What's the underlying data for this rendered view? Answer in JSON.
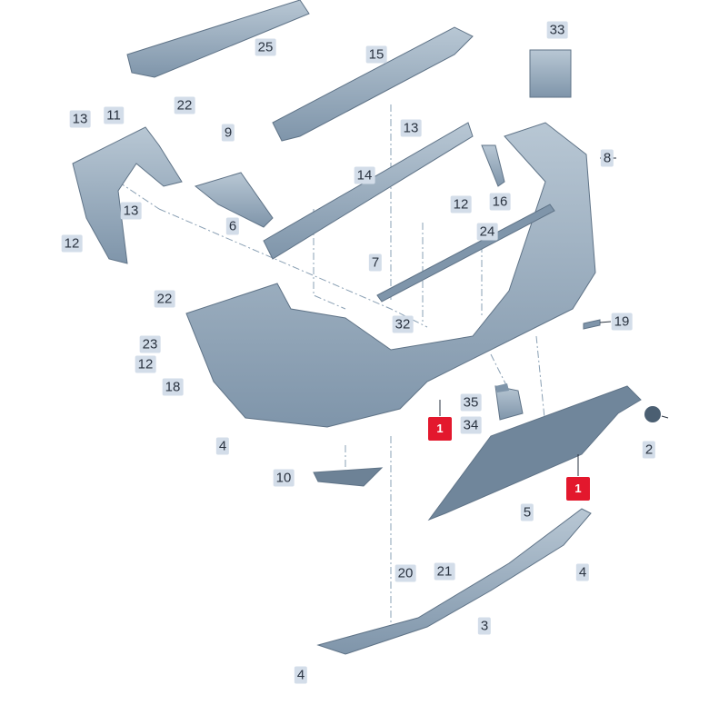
{
  "diagram": {
    "title_callout": "1",
    "colors": {
      "part_fill": "#9fb2c3",
      "part_dark": "#5f7387",
      "label_bg": "#d3dde9",
      "callout_red": "#e3182d"
    },
    "labels": [
      "25",
      "15",
      "33",
      "13",
      "11",
      "22",
      "9",
      "13",
      "8",
      "14",
      "16",
      "12",
      "6",
      "13",
      "12",
      "24",
      "7",
      "22",
      "32",
      "19",
      "23",
      "12",
      "18",
      "35",
      "34",
      "2",
      "4",
      "10",
      "5",
      "4",
      "20",
      "21",
      "3",
      "4"
    ],
    "callouts": [
      "1",
      "1"
    ]
  }
}
